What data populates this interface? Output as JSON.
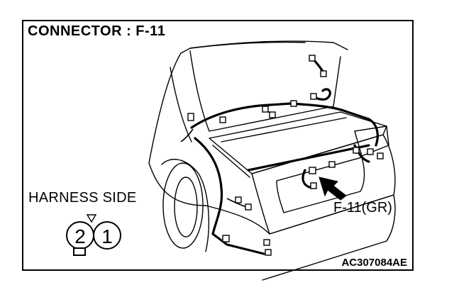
{
  "title": "CONNECTOR : F-11",
  "harness_side_label": "HARNESS SIDE",
  "connector_callout": "F-11(GR)",
  "figure_code": "AC307084AE",
  "connector_pins": [
    "2",
    "1"
  ]
}
